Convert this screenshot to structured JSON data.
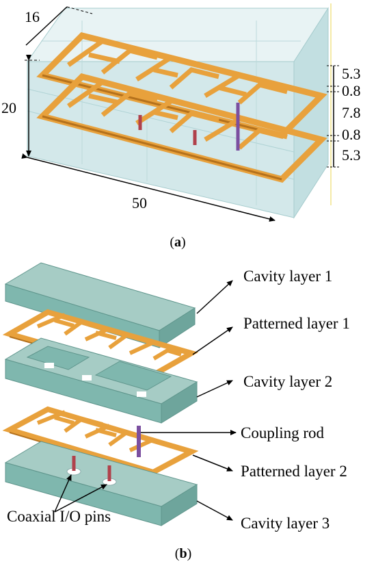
{
  "panel_a": {
    "dimensions": {
      "depth": "16",
      "height": "20",
      "length": "50",
      "layer_top": "5.3",
      "gap_top": "0.8",
      "middle": "7.8",
      "gap_bottom": "0.8",
      "layer_bottom": "5.3"
    },
    "caption_open": "(",
    "caption_letter": "a",
    "caption_close": ")"
  },
  "panel_b": {
    "labels": {
      "cavity_1": "Cavity layer 1",
      "patterned_1": "Patterned layer 1",
      "cavity_2": "Cavity layer 2",
      "coupling_rod": "Coupling rod",
      "patterned_2": "Patterned layer 2",
      "cavity_3": "Cavity layer 3",
      "io_pins": "Coaxial I/O pins"
    },
    "caption_open": "(",
    "caption_letter": "b",
    "caption_close": ")"
  },
  "colors": {
    "cavity_fill": "#7fb7ae",
    "cavity_dark": "#5f958c",
    "cavity_transparent": "#cfe6e8",
    "copper": "#e8a13c",
    "copper_dark": "#b4711c",
    "rod": "#7b4fa0",
    "pin": "#b0414b"
  }
}
